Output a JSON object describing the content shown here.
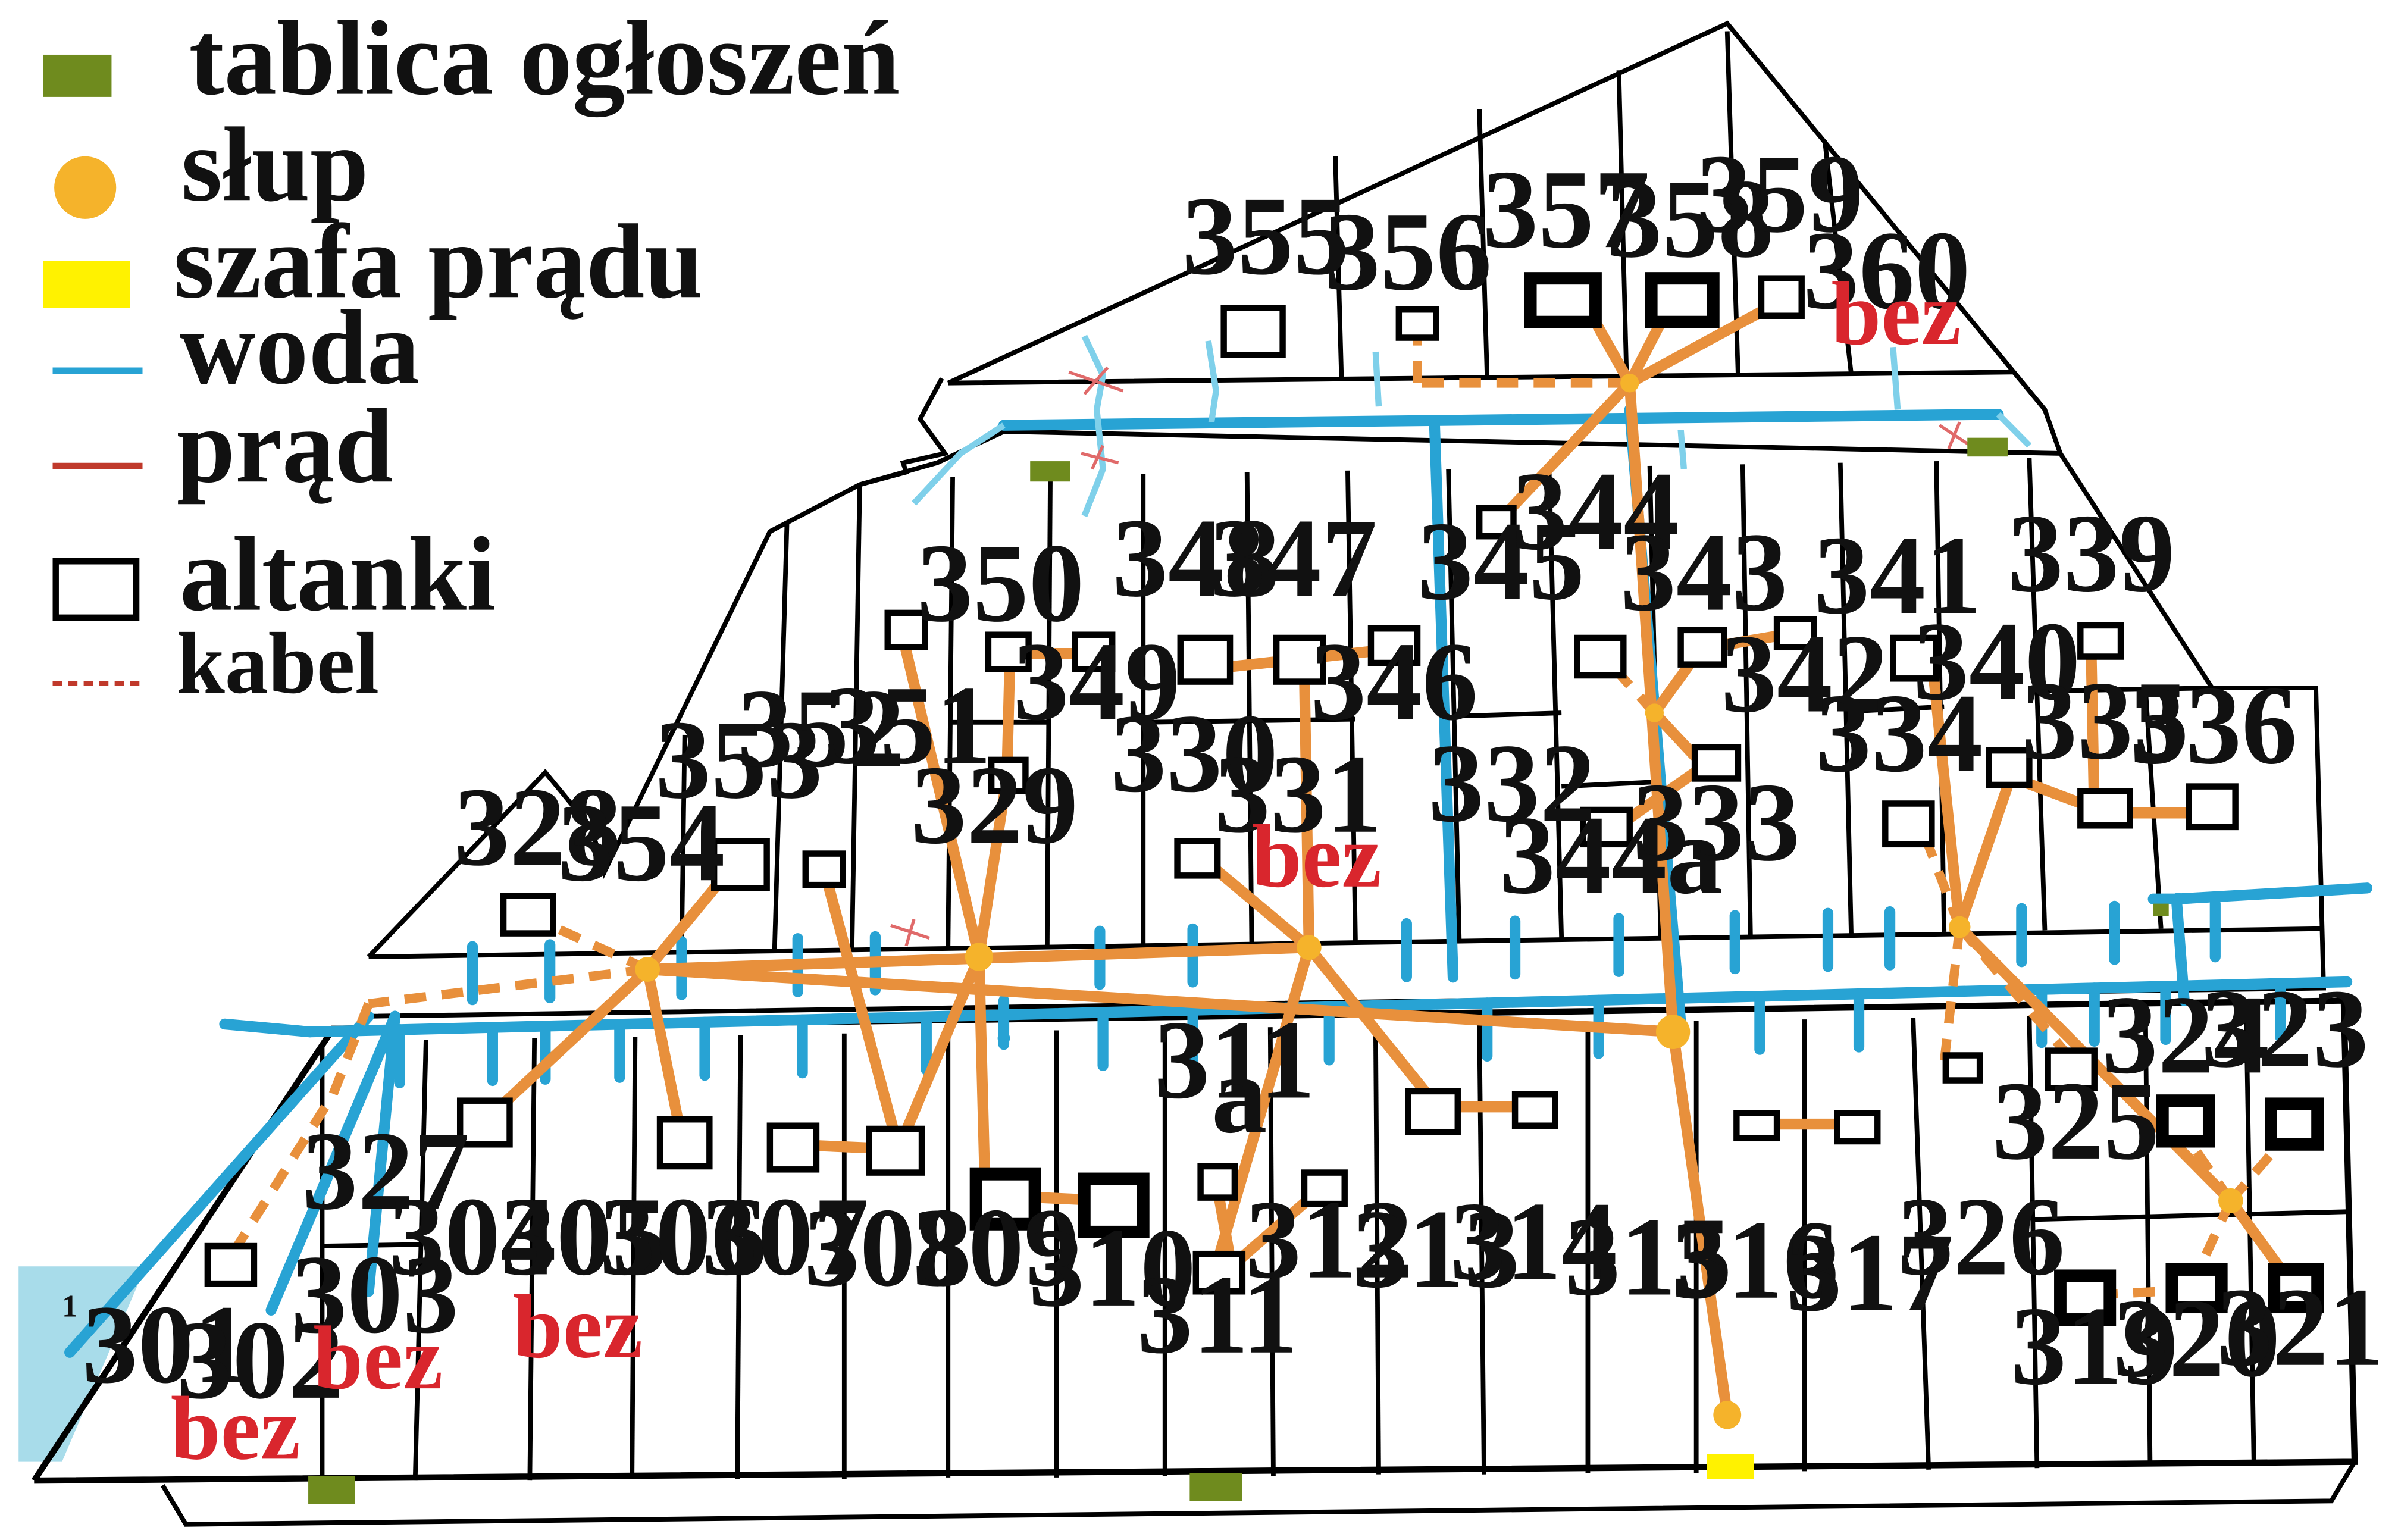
{
  "legend": {
    "board": "tablica ogłoszeń",
    "pole": "słup",
    "cabinet": "szafa prądu",
    "water": "woda",
    "power": "prąd",
    "arbors": "altanki",
    "cable": "kabel"
  },
  "colors": {
    "board": "#6f8b1e",
    "pole": "#f5b32b",
    "cabinet": "#fff200",
    "water": "#28a3d4",
    "power": "#c0392b",
    "cable": "#e8903c",
    "bez": "#d9262d",
    "pond": "#a8dcea"
  },
  "marker_bez": "bez",
  "pond_label": "1",
  "plots": {
    "p301": "301",
    "p302": "302",
    "p303": "303",
    "p327": "327",
    "p304": "304",
    "p305": "305",
    "p306": "306",
    "p307": "307",
    "p308": "308",
    "p309": "309",
    "p310": "310",
    "p311": "311",
    "p311a_top": "311",
    "p311a_bot": "a",
    "p312": "312",
    "p313": "313",
    "p314": "314",
    "p315": "315",
    "p316": "316",
    "p317": "317",
    "p326": "326",
    "p319": "319",
    "p320": "320",
    "p321": "321",
    "p325": "325",
    "p324": "324",
    "p323": "323",
    "p328": "328",
    "p354": "354",
    "p353": "353",
    "p352": "352",
    "p351": "351",
    "p350": "350",
    "p329": "329",
    "p349": "349",
    "p348": "348",
    "p347": "347",
    "p330": "330",
    "p331": "331",
    "p346": "346",
    "p345": "345",
    "p344": "344",
    "p332": "332",
    "p344a": "344a",
    "p343": "343",
    "p333": "333",
    "p342": "342",
    "p341": "341",
    "p334": "334",
    "p340": "340",
    "p339": "339",
    "p335": "335",
    "p336": "336",
    "p355": "355",
    "p356": "356",
    "p357": "357",
    "p358": "358",
    "p359": "359",
    "p360": "360"
  }
}
